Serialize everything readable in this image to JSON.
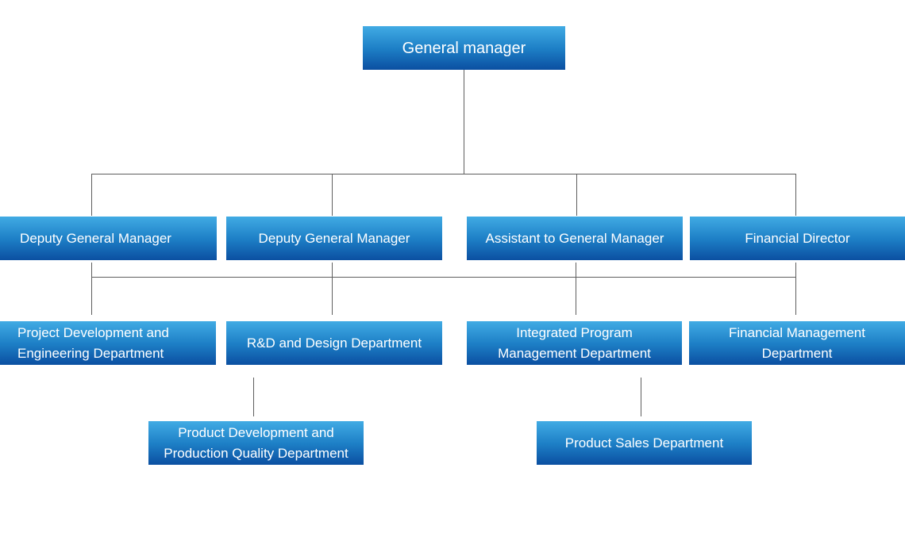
{
  "diagram": {
    "type": "org-chart",
    "colors": {
      "node_gradient_top": "#41abe4",
      "node_gradient_mid": "#1d7fc6",
      "node_gradient_bottom": "#0b4fa1",
      "node_text": "#ffffff",
      "connector": "#5e5e5e",
      "background": "#ffffff"
    },
    "nodes": {
      "general_manager": {
        "label": "General manager"
      },
      "deputy_general_manager_1": {
        "label": "Deputy General Manager"
      },
      "deputy_general_manager_2": {
        "label": "Deputy General Manager"
      },
      "assistant_to_general_manager": {
        "label": "Assistant to General Manager"
      },
      "financial_director": {
        "label": "Financial Director"
      },
      "project_development_engineering": {
        "label": "Project Development and\nEngineering Department"
      },
      "rd_design": {
        "label": "R&D and Design Department"
      },
      "integrated_program_management": {
        "label": "Integrated Program\nManagement Department"
      },
      "financial_management": {
        "label": "Financial Management\nDepartment"
      },
      "product_development_quality": {
        "label": "Product Development and\nProduction Quality Department"
      },
      "product_sales": {
        "label": "Product Sales Department"
      }
    },
    "edges": [
      {
        "from": "general_manager",
        "to": "deputy_general_manager_1"
      },
      {
        "from": "general_manager",
        "to": "deputy_general_manager_2"
      },
      {
        "from": "general_manager",
        "to": "assistant_to_general_manager"
      },
      {
        "from": "general_manager",
        "to": "financial_director"
      },
      {
        "from": "deputy_general_manager_1",
        "to": "project_development_engineering"
      },
      {
        "from": "deputy_general_manager_2",
        "to": "rd_design"
      },
      {
        "from": "assistant_to_general_manager",
        "to": "integrated_program_management"
      },
      {
        "from": "financial_director",
        "to": "financial_management"
      },
      {
        "from": "rd_design",
        "to": "product_development_quality"
      },
      {
        "from": "integrated_program_management",
        "to": "product_sales"
      }
    ]
  }
}
